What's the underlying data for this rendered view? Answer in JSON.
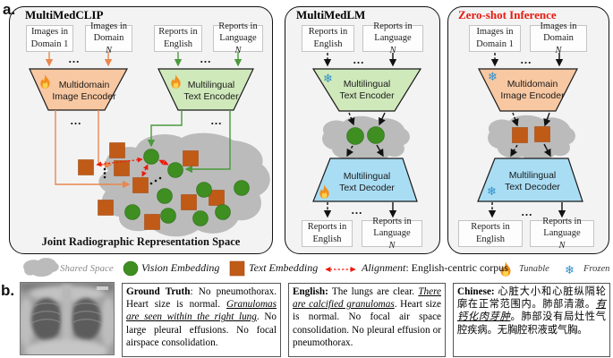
{
  "figure": {
    "label_a": "a.",
    "label_b": "b."
  },
  "dots": "...",
  "panelA": {
    "title": "MultiMedCLIP",
    "inputs": [
      {
        "l1": "Images in",
        "l2": "Domain 1",
        "l2i": ""
      },
      {
        "l1": "Images in",
        "l2": "Domain ",
        "l2i": "N"
      },
      {
        "l1": "Reports in",
        "l2": "English",
        "l2i": ""
      },
      {
        "l1": "Reports in",
        "l2": "Language ",
        "l2i": "N"
      }
    ],
    "image_encoder": {
      "line1": "Multidomain",
      "line2": "Image Encoder"
    },
    "text_encoder": {
      "line1": "Multilingual",
      "line2": "Text Encoder"
    },
    "space_label": "Joint Radiographic Representation Space"
  },
  "panelB": {
    "title": "MultiMedLM",
    "inputs": [
      {
        "l1": "Reports in",
        "l2": "English",
        "l2i": ""
      },
      {
        "l1": "Reports in",
        "l2": "Language ",
        "l2i": "N"
      }
    ],
    "text_encoder": {
      "line1": "Multilingual",
      "line2": "Text Encoder"
    },
    "text_decoder": {
      "line1": "Multilingual",
      "line2": "Text Decoder"
    },
    "outputs": [
      {
        "l1": "Reports in",
        "l2": "English",
        "l2i": ""
      },
      {
        "l1": "Reports in",
        "l2": "Language ",
        "l2i": "N"
      }
    ]
  },
  "panelC": {
    "title": "Zero-shot Inference",
    "inputs": [
      {
        "l1": "Images in",
        "l2": "Domain 1",
        "l2i": ""
      },
      {
        "l1": "Images in",
        "l2": "Domain ",
        "l2i": "N"
      }
    ],
    "image_encoder": {
      "line1": "Multidomain",
      "line2": "Image Encoder"
    },
    "text_decoder": {
      "line1": "Multilingual",
      "line2": "Text Decoder"
    },
    "outputs": [
      {
        "l1": "Reports in",
        "l2": "English",
        "l2i": ""
      },
      {
        "l1": "Reports in",
        "l2": "Language ",
        "l2i": "N"
      }
    ]
  },
  "legend": {
    "shared_space": "Shared Space",
    "vision_embedding": "Vision Embedding",
    "text_embedding": "Text Embedding",
    "alignment_italic": "Alignment",
    "alignment_rest": ": English-centric corpus",
    "tunable": "Tunable",
    "frozen": "Frozen"
  },
  "icons": {
    "tunable": "flame-icon",
    "frozen": "snowflake-icon",
    "snowflake_glyph": "❄",
    "alignment": "red-dashed-double-arrow"
  },
  "reports": {
    "ground_truth": {
      "bold": "Ground Truth",
      "pre": ": No pneumothorax. Heart size is normal. ",
      "underlined": "Granulomas are seen within the right lung",
      "post": ". No large pleural effusions. No focal airspace consolidation."
    },
    "english": {
      "bold": "English:",
      "pre": " The lungs are clear. ",
      "underlined": "There are calcified granulomas",
      "post": ". Heart size is normal. No focal air space consolidation. No pleural effusion or pneumothorax."
    },
    "chinese": {
      "bold": "Chinese:",
      "pre": " 心脏大小和心脏纵隔轮廓在正常范围内。肺部清澈。",
      "underlined": "有钙化肉芽肿",
      "post": "。肺部没有局灶性气腔疾病。无胸腔积液或气胸。"
    }
  },
  "colors": {
    "zero_shot_red": "#e8190e",
    "alignment_red": "#ed1a0c",
    "vision_green": "#3e8e22",
    "text_brown": "#c05a17",
    "image_encoder_fill": "#f8c8a2",
    "text_encoder_fill": "#cfe9bb",
    "text_decoder_fill": "#a9ddf4",
    "shared_space_gray": "#bbbbbb"
  }
}
